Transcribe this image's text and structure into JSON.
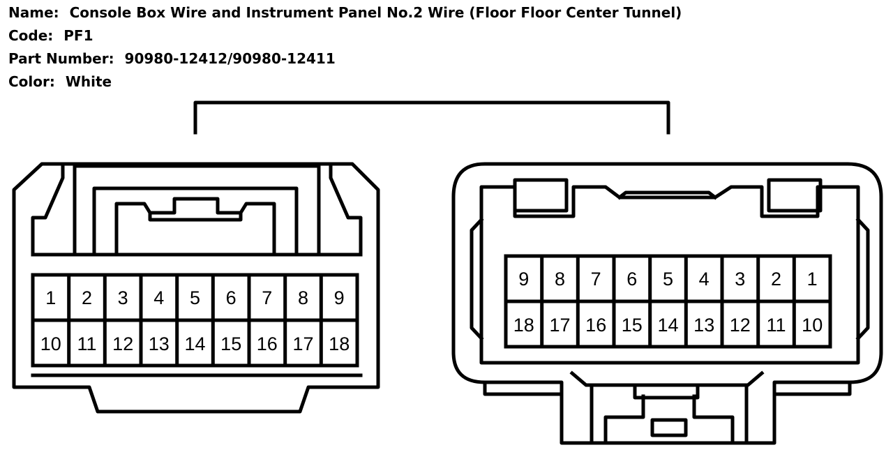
{
  "header": {
    "name_label": "Name:",
    "name_value": "Console Box Wire and Instrument Panel No.2 Wire (Floor Floor Center Tunnel)",
    "code_label": "Code:",
    "code_value": "PF1",
    "part_label": "Part Number:",
    "part_value": "90980-12412/90980-12411",
    "color_label": "Color:",
    "color_value": "White"
  },
  "connector_left": {
    "row1": [
      "1",
      "2",
      "3",
      "4",
      "5",
      "6",
      "7",
      "8",
      "9"
    ],
    "row2": [
      "10",
      "11",
      "12",
      "13",
      "14",
      "15",
      "16",
      "17",
      "18"
    ]
  },
  "connector_right": {
    "row1": [
      "9",
      "8",
      "7",
      "6",
      "5",
      "4",
      "3",
      "2",
      "1"
    ],
    "row2": [
      "18",
      "17",
      "16",
      "15",
      "14",
      "13",
      "12",
      "11",
      "10"
    ]
  }
}
